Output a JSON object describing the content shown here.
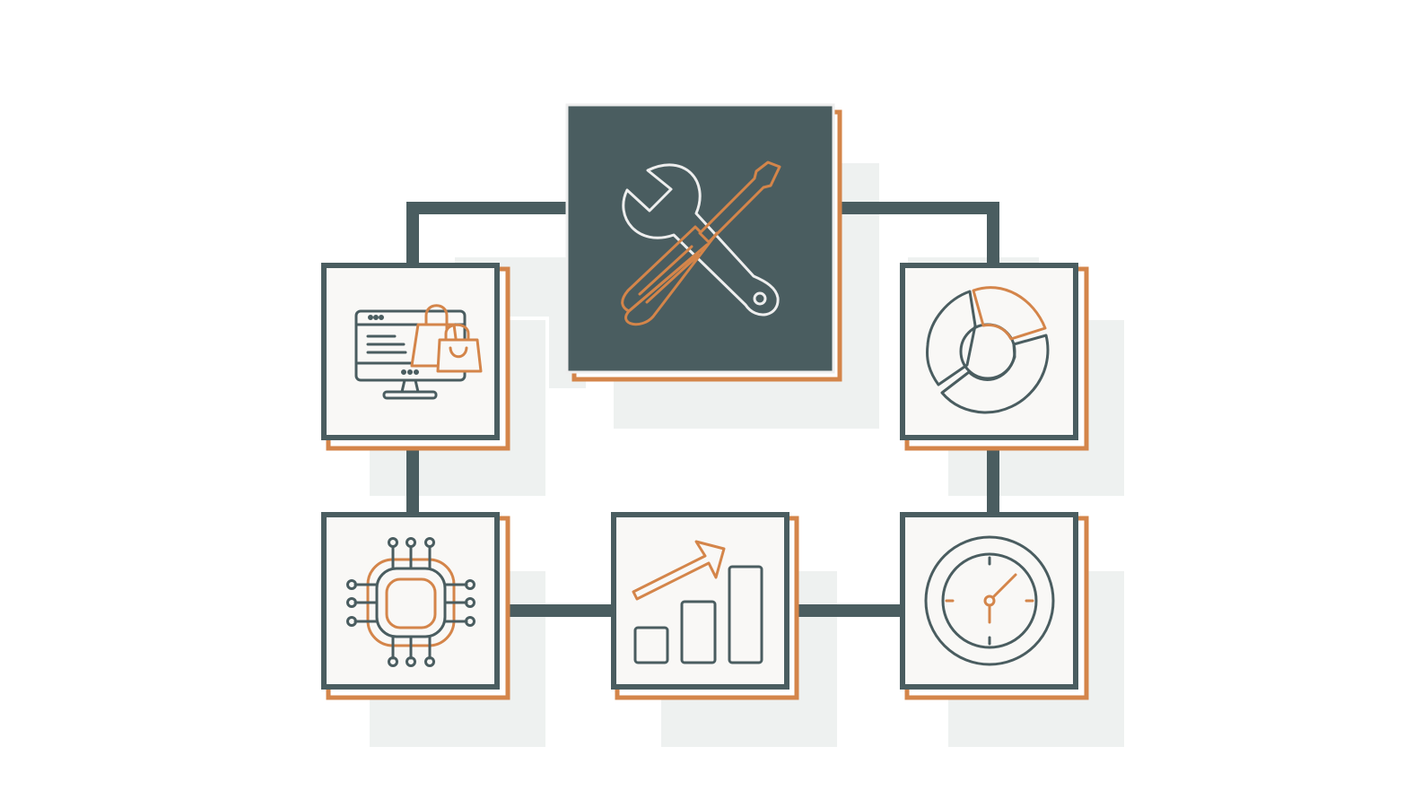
{
  "diagram": {
    "colors": {
      "slate": "#4a5d60",
      "orange": "#d4854a",
      "box_fill": "#f9f8f6",
      "light_stroke": "#eeeeee",
      "ghost": "#eef1f0",
      "background": "#ffffff"
    },
    "center_node": {
      "icon": "wrench-screwdriver-icon"
    },
    "nodes": [
      {
        "id": "ecommerce",
        "icon": "monitor-shopping-bags-icon"
      },
      {
        "id": "analytics",
        "icon": "donut-chart-icon"
      },
      {
        "id": "processor",
        "icon": "cpu-chip-icon"
      },
      {
        "id": "growth",
        "icon": "bar-chart-growth-icon"
      },
      {
        "id": "timing",
        "icon": "stopwatch-icon"
      }
    ]
  }
}
